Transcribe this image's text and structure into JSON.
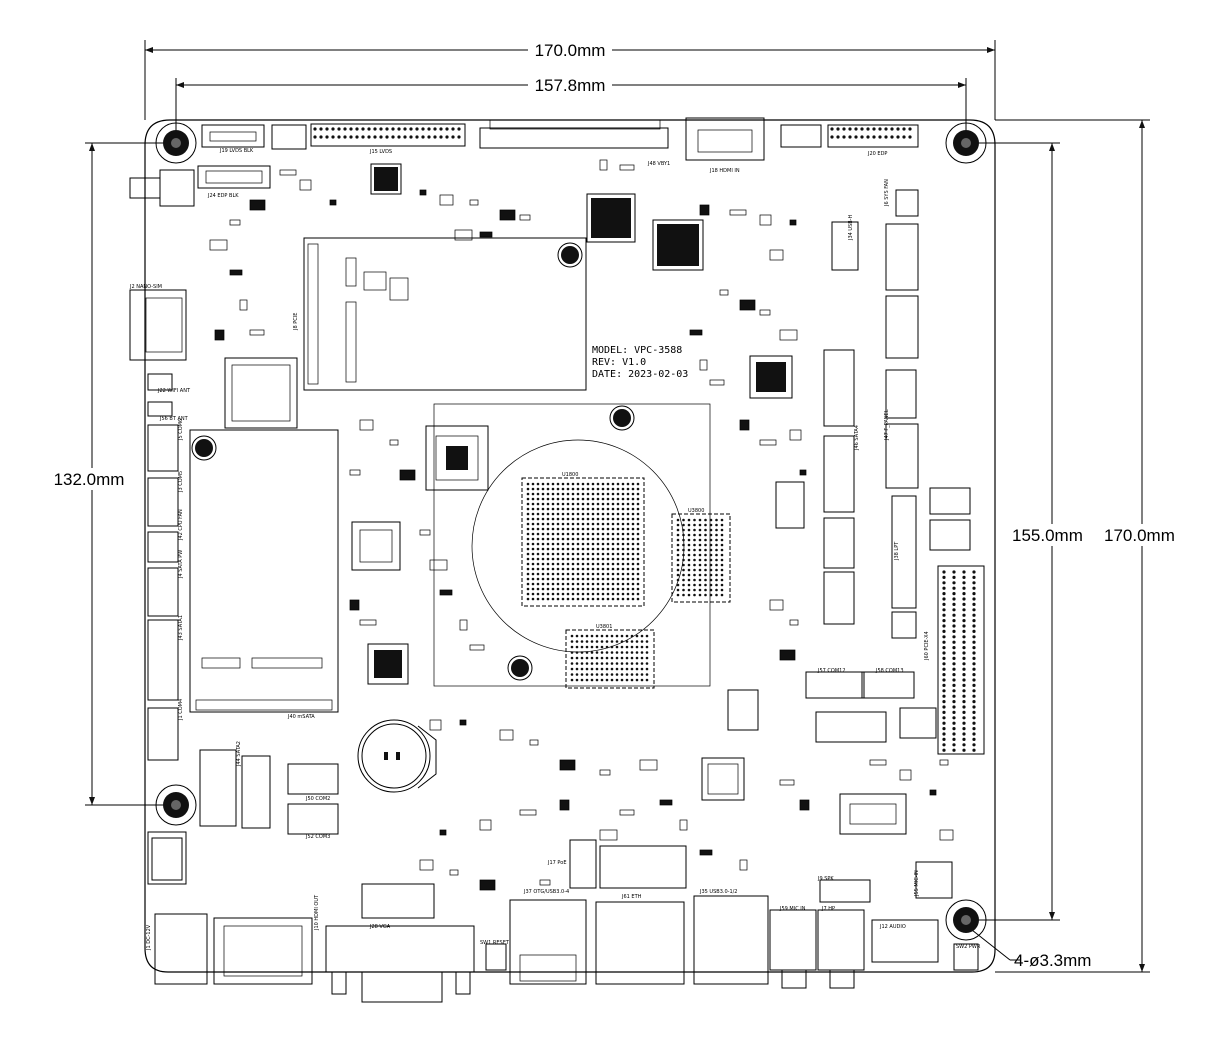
{
  "dimensions": {
    "width_total": "170.0mm",
    "width_holes": "157.8mm",
    "height_holes_left": "132.0mm",
    "height_holes_right": "155.0mm",
    "height_total": "170.0mm",
    "hole_spec": "4-ø3.3mm"
  },
  "model_info": {
    "model": "MODEL: VPC-3588",
    "rev": "REV: V1.0",
    "date": "DATE: 2023-02-03"
  },
  "connectors": [
    {
      "label": "J19 LVDS BLK"
    },
    {
      "label": "J15 LVDS"
    },
    {
      "label": "J48 VBY1"
    },
    {
      "label": "J18 HDMI IN"
    },
    {
      "label": "J20 EDP"
    },
    {
      "label": "J24 EDP BLK"
    },
    {
      "label": "J2 NANO-SIM"
    },
    {
      "label": "J22 WIFI ANT"
    },
    {
      "label": "J56 BT ANT"
    },
    {
      "label": "J5 COM6"
    },
    {
      "label": "J3 COM5"
    },
    {
      "label": "J42 CPU FAN"
    },
    {
      "label": "J4 SATA PW"
    },
    {
      "label": "J43 SATA1"
    },
    {
      "label": "J1 COM4"
    },
    {
      "label": "J44 SATA2"
    },
    {
      "label": "J50 COM2"
    },
    {
      "label": "J52 COM3"
    },
    {
      "label": "J40 mSATA"
    },
    {
      "label": "J8 PCIE"
    },
    {
      "label": "J28 VGA"
    },
    {
      "label": "J37 OTG/USB3.0-4"
    },
    {
      "label": "J61 ETH"
    },
    {
      "label": "J35 USB3.0-1/2"
    },
    {
      "label": "J59 MIC IN"
    },
    {
      "label": "J7 HP"
    },
    {
      "label": "J10 HDMI OUT"
    },
    {
      "label": "J1 DC-12V"
    },
    {
      "label": "SW1 RESET"
    },
    {
      "label": "J17 PoE"
    },
    {
      "label": "J57 COM12"
    },
    {
      "label": "J58 COM13"
    },
    {
      "label": "J9 SPK"
    },
    {
      "label": "J6 SYS FAN"
    },
    {
      "label": "J34 USB-H"
    },
    {
      "label": "J46 SATA4"
    },
    {
      "label": "J47 F_PANEL"
    },
    {
      "label": "J60 PCIE-X4"
    },
    {
      "label": "J38 LPT"
    },
    {
      "label": "J12 AUDIO"
    },
    {
      "label": "J55 MIC-IN"
    },
    {
      "label": "SW2 PWR"
    }
  ],
  "chips": [
    {
      "label": "U1800"
    },
    {
      "label": "U3800"
    },
    {
      "label": "U3801"
    }
  ]
}
